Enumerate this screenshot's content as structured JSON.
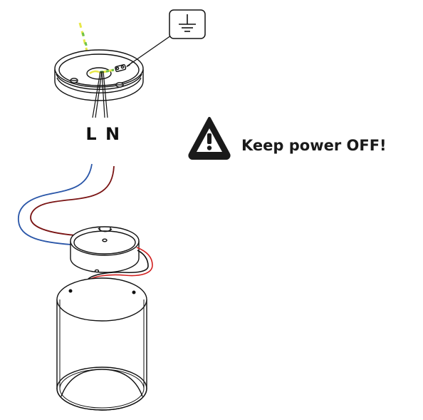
{
  "labels": {
    "live": "L",
    "neutral": "N"
  },
  "warning": {
    "text": "Keep power OFF!",
    "icon": "warning-triangle-icon"
  },
  "ground": {
    "icon": "ground-symbol-icon"
  },
  "colors": {
    "line": "#111111",
    "wire_blue": "#2a56a8",
    "wire_brown": "#7a1414",
    "wire_red": "#d11f1f",
    "earth_yellow": "#e8e84a",
    "earth_green": "#6cc24a"
  }
}
